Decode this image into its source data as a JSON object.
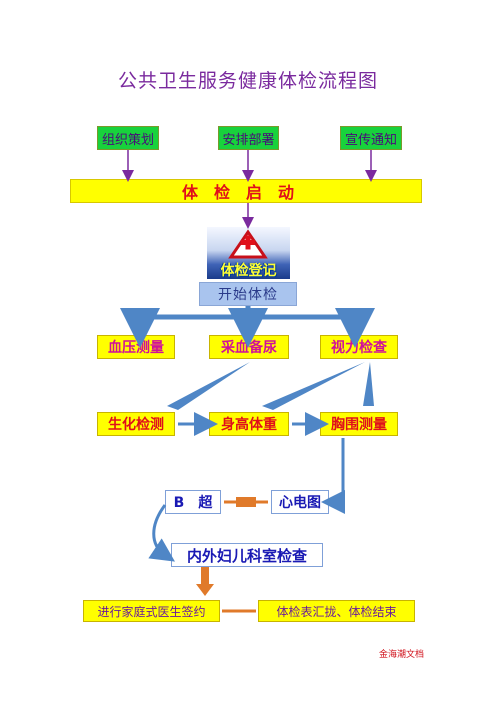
{
  "title": "公共卫生服务健康体检流程图",
  "prep": [
    "组织策划",
    "安排部署",
    "宣传通知"
  ],
  "banner": "体检启动",
  "logo_text": "体检登记",
  "start": "开始体检",
  "row1": [
    "血压测量",
    "采血备尿",
    "视力检查"
  ],
  "row2": [
    "生化检测",
    "身高体重",
    "胸围测量"
  ],
  "row3": {
    "b_ultrasound": "B　超",
    "ecg": "心电图"
  },
  "specialist": "内外妇儿科室检查",
  "final": {
    "left": "进行家庭式医生签约",
    "right": "体检表汇拢、体检结束"
  },
  "footer": "金海潮文档",
  "colors": {
    "green": "#18d23c",
    "yellow": "#ffff00",
    "arrow_blue": "#4f86c6",
    "arrow_purple": "#7a2a9e",
    "arrow_orange": "#e07a2a"
  }
}
